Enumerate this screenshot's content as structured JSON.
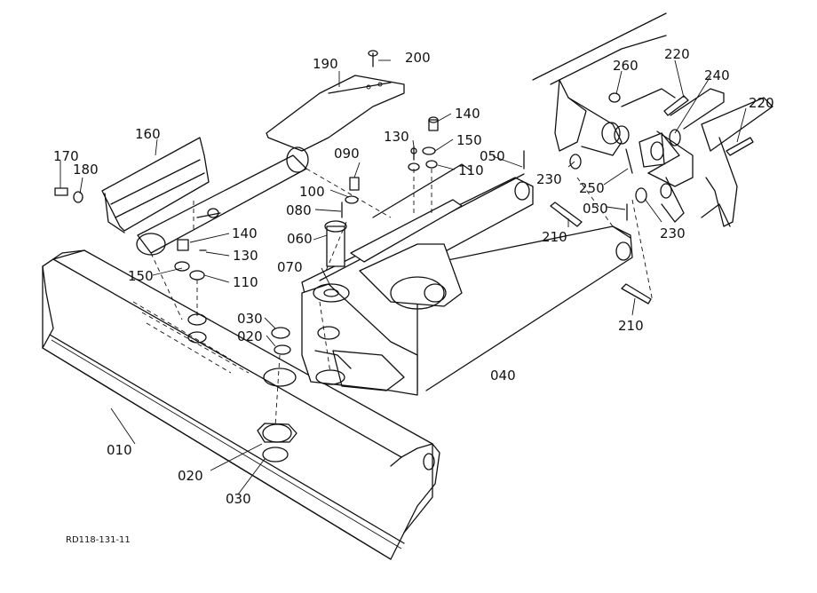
{
  "diagram": {
    "drawing_code": "RD118-131-11",
    "callouts": {
      "c010": "010",
      "c020a": "020",
      "c020b": "020",
      "c030a": "030",
      "c030b": "030",
      "c040": "040",
      "c050a": "050",
      "c050b": "050",
      "c060": "060",
      "c070": "070",
      "c080": "080",
      "c090": "090",
      "c100": "100",
      "c110a": "110",
      "c110b": "110",
      "c130a": "130",
      "c130b": "130",
      "c140a": "140",
      "c140b": "140",
      "c150a": "150",
      "c150b": "150",
      "c160": "160",
      "c170": "170",
      "c180": "180",
      "c190": "190",
      "c200": "200",
      "c210a": "210",
      "c210b": "210",
      "c220a": "220",
      "c220b": "220",
      "c230a": "230",
      "c230b": "230",
      "c240": "240",
      "c250": "250",
      "c260": "260"
    }
  }
}
